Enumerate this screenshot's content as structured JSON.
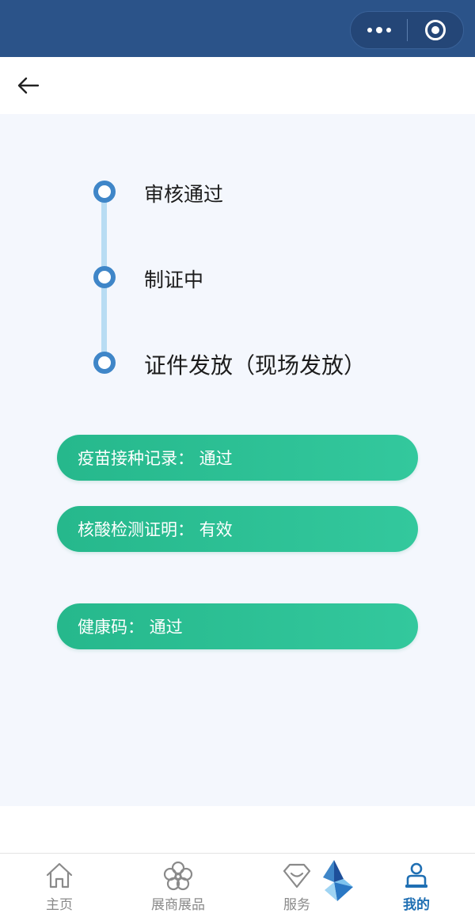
{
  "status_steps": [
    {
      "label": "审核通过"
    },
    {
      "label": "制证中"
    },
    {
      "label": "证件发放（现场发放）"
    }
  ],
  "checks": [
    {
      "text": "疫苗接种记录：  通过"
    },
    {
      "text": "核酸检测证明：  有效"
    },
    {
      "text": "健康码：  通过"
    }
  ],
  "tabbar": {
    "items": [
      {
        "label": "主页",
        "icon": "home-icon"
      },
      {
        "label": "展商展品",
        "icon": "flower-icon"
      },
      {
        "label": "服务",
        "icon": "diamond-icon"
      },
      {
        "label": "我的",
        "icon": "user-icon"
      }
    ],
    "active_index": 3
  },
  "colors": {
    "header": "#2b5389",
    "step_dot": "#3f86c8",
    "timeline": "#b8dcf3",
    "pill": "#2dbf94",
    "active_tab": "#1f6fb3"
  }
}
